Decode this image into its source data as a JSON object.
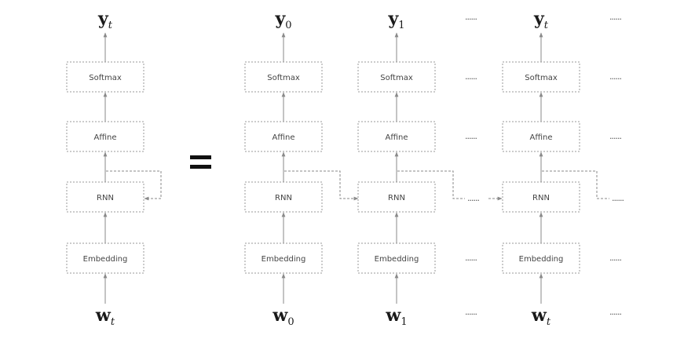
{
  "layers": {
    "softmax": "Softmax",
    "affine": "Affine",
    "rnn": "RNN",
    "embedding": "Embedding"
  },
  "output_symbol": "y",
  "input_symbol": "w",
  "ellipsis": "......",
  "folded": {
    "subscript": "t"
  },
  "unrolled_steps": [
    {
      "subscript": "0"
    },
    {
      "subscript": "1"
    },
    {
      "subscript": "t"
    }
  ]
}
